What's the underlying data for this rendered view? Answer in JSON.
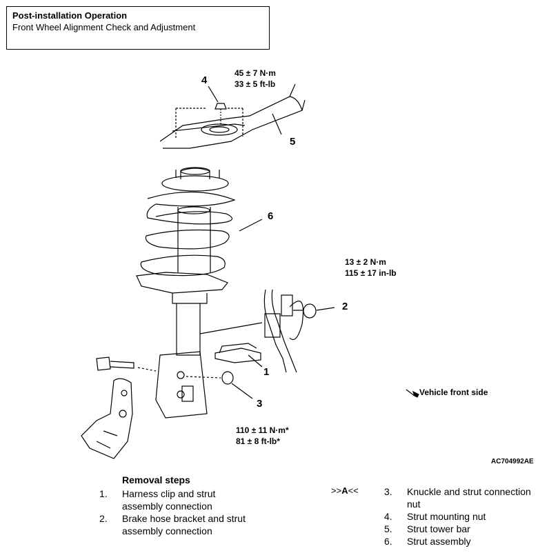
{
  "header": {
    "title": "Post-installation Operation",
    "subtitle": "Front Wheel Alignment Check and Adjustment"
  },
  "callouts": {
    "c1": "1",
    "c2": "2",
    "c3": "3",
    "c4": "4",
    "c5": "5",
    "c6": "6"
  },
  "torque": {
    "strut_mount_nm": "45 ± 7 N·m",
    "strut_mount_ftlb": "33 ± 5 ft-lb",
    "brake_hose_nm": "13 ± 2 N·m",
    "brake_hose_inlb": "115 ± 17 in-lb",
    "knuckle_nm": "110 ± 11 N·m*",
    "knuckle_ftlb": "81 ± 8 ft-lb*"
  },
  "vehicle_front_label": "Vehicle front side",
  "figure_id": "AC704992AE",
  "removal": {
    "heading": "Removal steps",
    "reference_prefix": ">>",
    "reference_letter": "A",
    "reference_suffix": "<<",
    "steps": [
      {
        "num": "1.",
        "line1": "Harness clip and strut",
        "line2": "assembly connection"
      },
      {
        "num": "2.",
        "line1": "Brake hose bracket and strut",
        "line2": "assembly connection"
      },
      {
        "num": "3.",
        "line1": "Knuckle and strut connection",
        "line2": "nut"
      },
      {
        "num": "4.",
        "line1": "Strut mounting nut",
        "line2": ""
      },
      {
        "num": "5.",
        "line1": "Strut tower bar",
        "line2": ""
      },
      {
        "num": "6.",
        "line1": "Strut assembly",
        "line2": ""
      }
    ]
  }
}
